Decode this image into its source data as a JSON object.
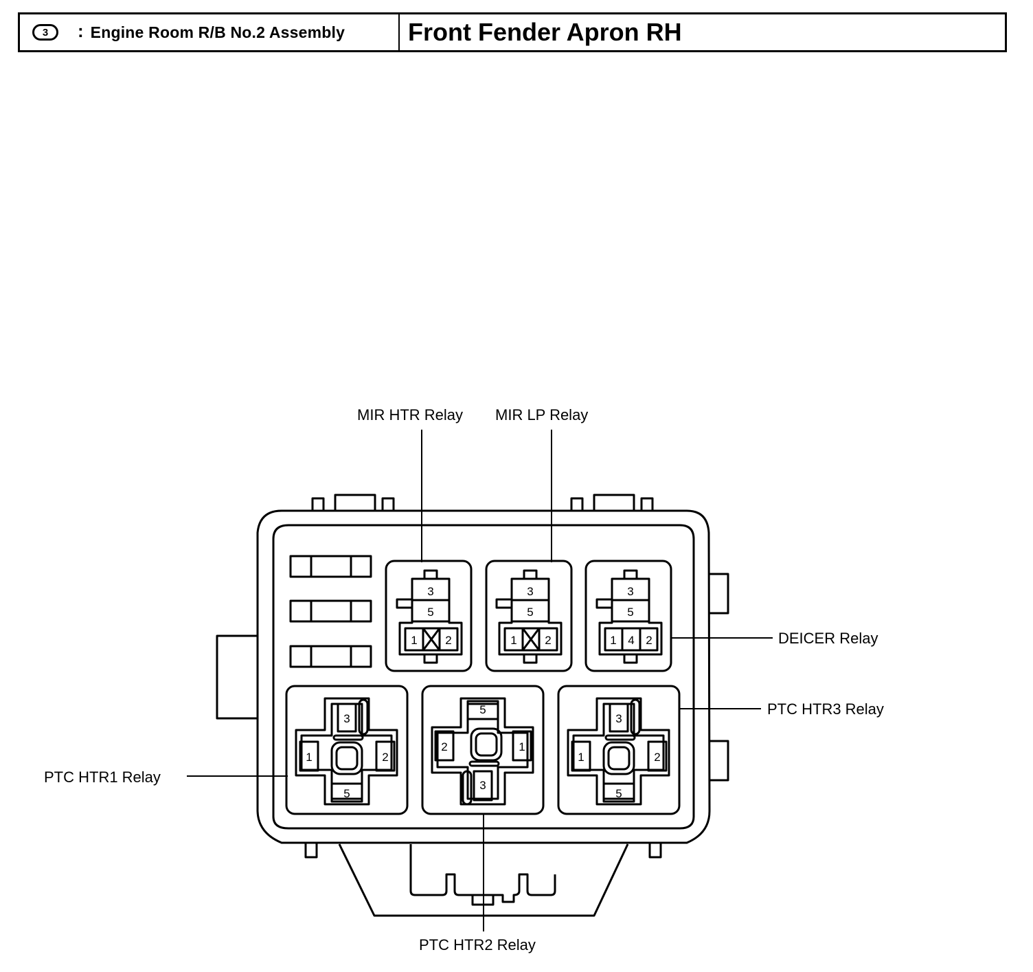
{
  "header": {
    "badge": "3",
    "colon": ":",
    "subtitle": "Engine Room R/B No.2 Assembly",
    "title": "Front Fender Apron RH"
  },
  "labels": {
    "mir_htr": "MIR HTR Relay",
    "mir_lp": "MIR LP Relay",
    "deicer": "DEICER Relay",
    "ptc_htr3": "PTC HTR3 Relay",
    "ptc_htr1": "PTC HTR1 Relay",
    "ptc_htr2": "PTC HTR2 Relay"
  },
  "pins": {
    "p1": "1",
    "p2": "2",
    "p3": "3",
    "p4": "4",
    "p5": "5"
  }
}
